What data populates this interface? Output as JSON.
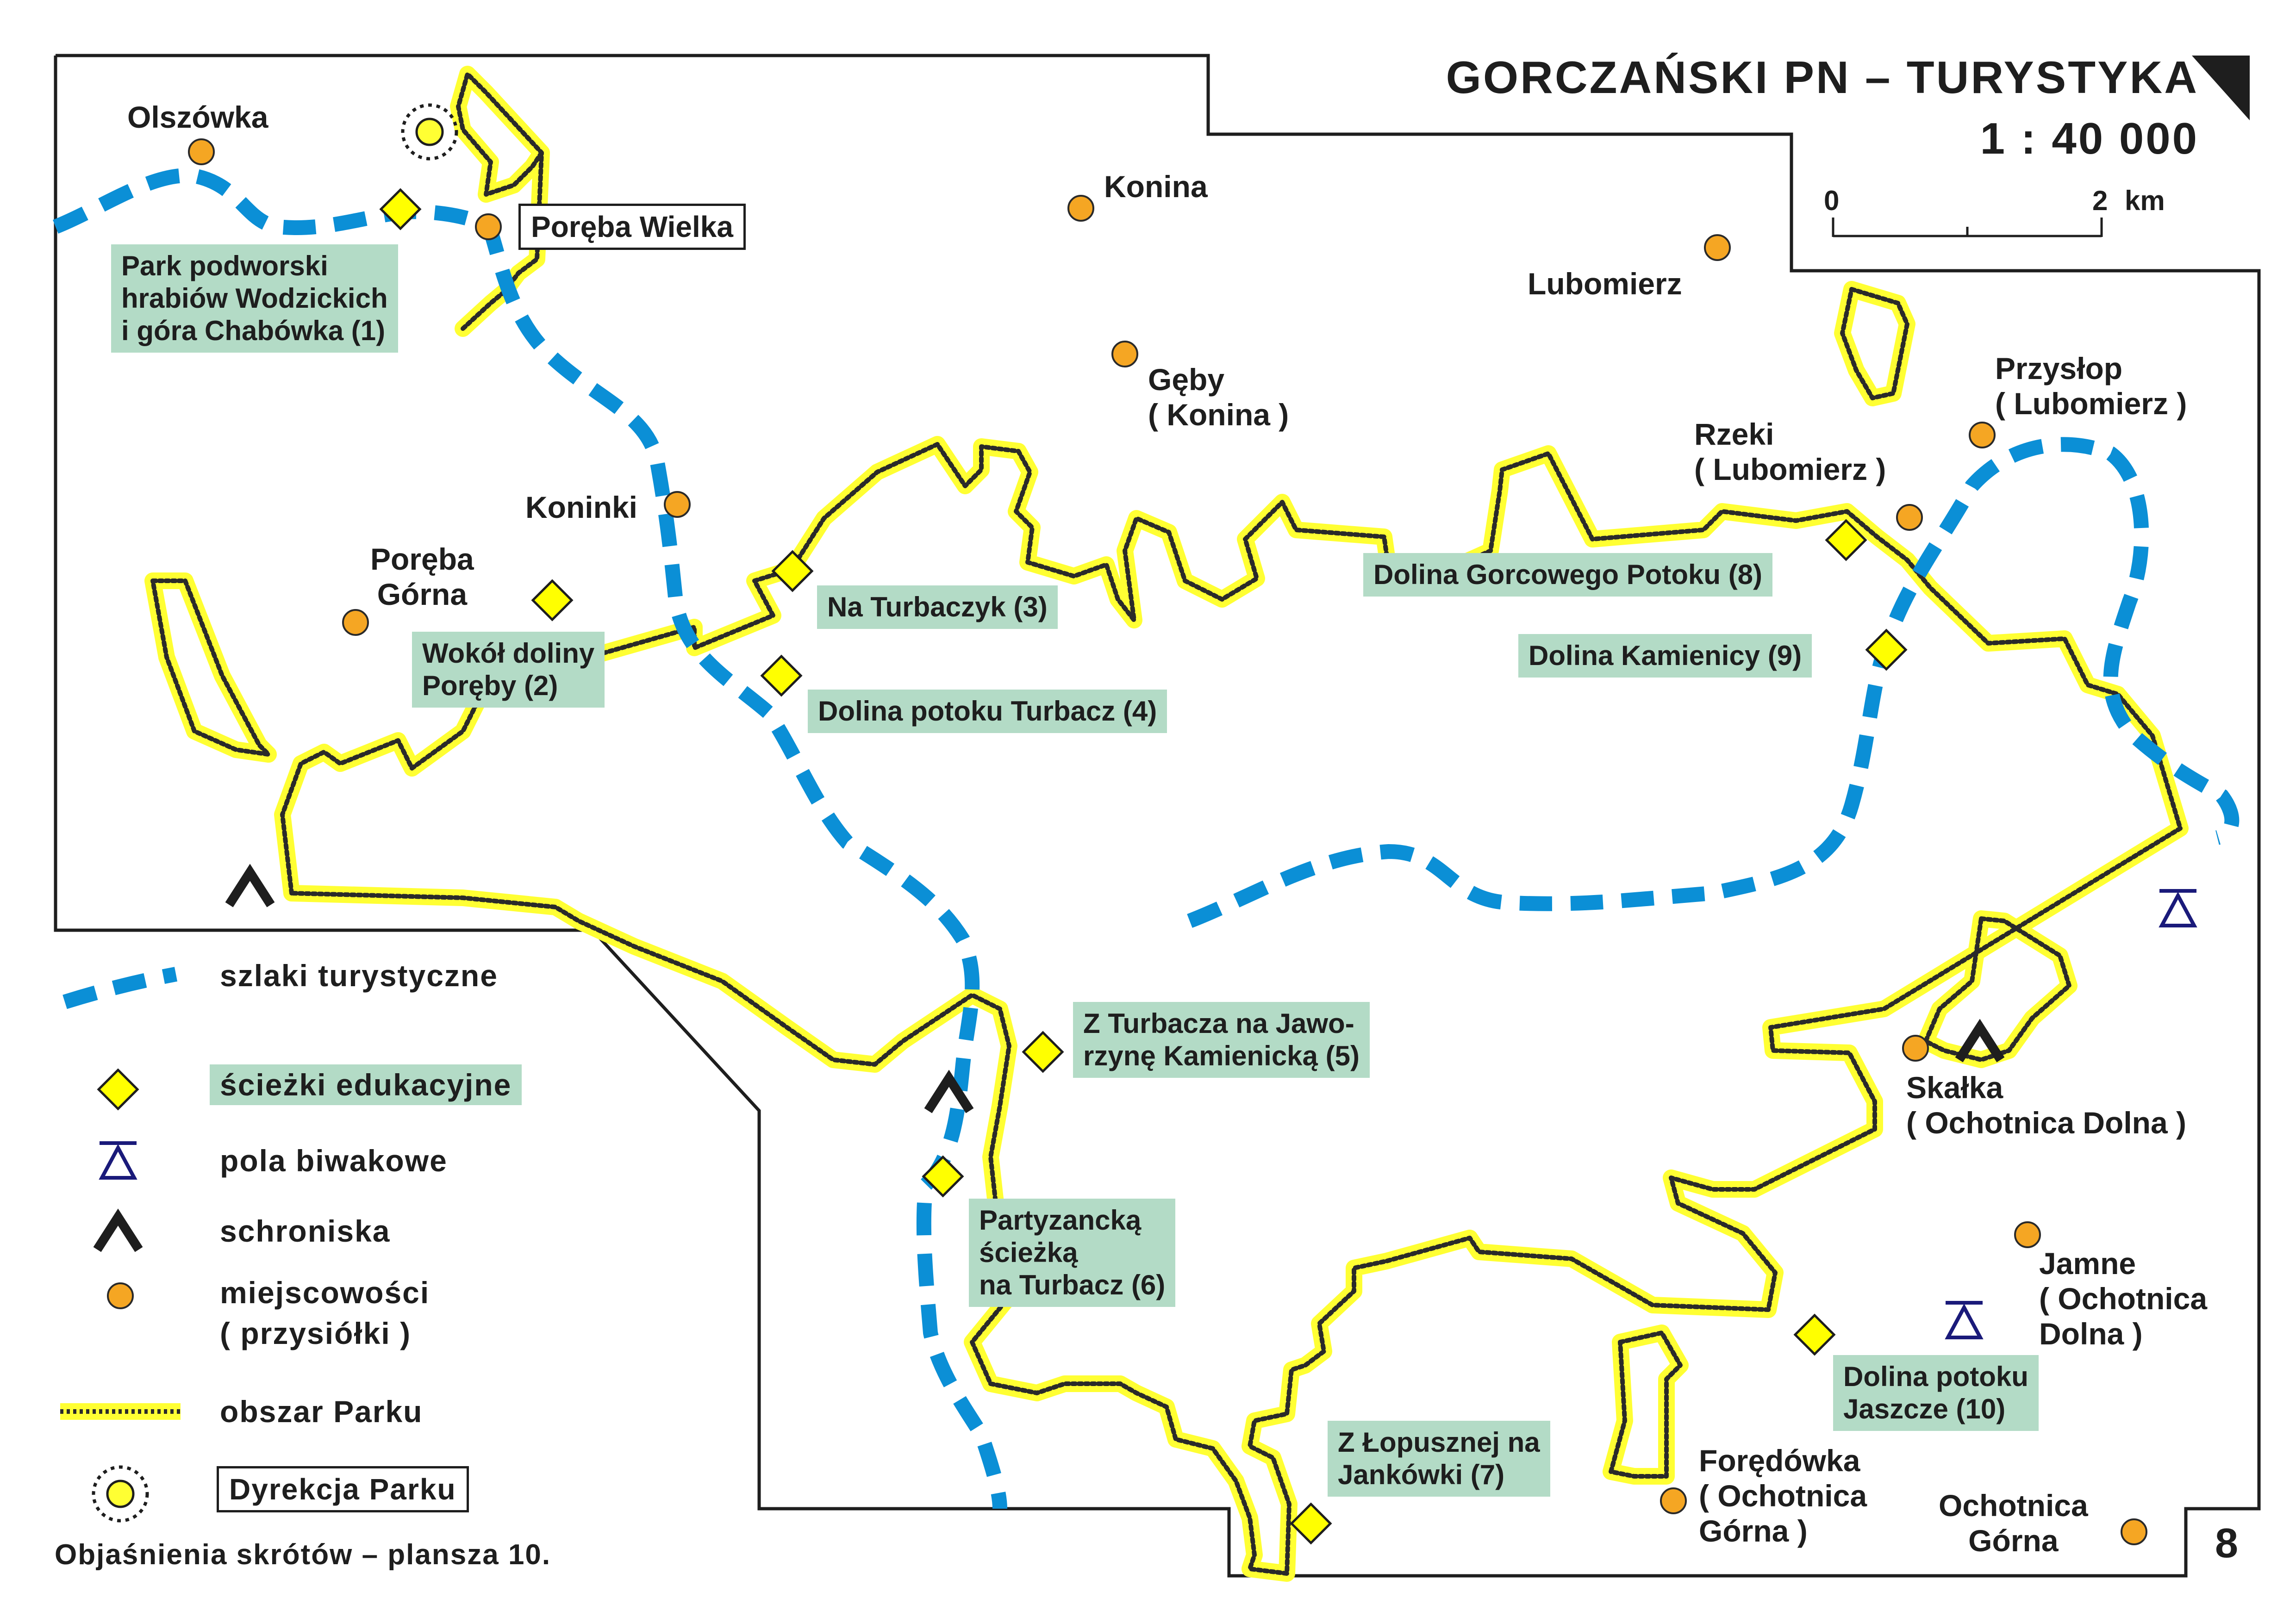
{
  "map_header": {
    "title": "GORCZAŃSKI PN – TURYSTYKA",
    "scale": "1 : 40 000",
    "scalebar": {
      "start": "0",
      "end": "2",
      "unit": "km"
    },
    "page_number": "8"
  },
  "places": [
    {
      "id": "olszowka",
      "label": "Olszówka"
    },
    {
      "id": "poreba_wielka",
      "label": "Poręba Wielka"
    },
    {
      "id": "konina",
      "label": "Konina"
    },
    {
      "id": "lubomierz",
      "label": "Lubomierz"
    },
    {
      "id": "geby",
      "line1": "Gęby",
      "line2": "( Konina )"
    },
    {
      "id": "przyslop",
      "line1": "Przysłop",
      "line2": "( Lubomierz )"
    },
    {
      "id": "rzeki",
      "line1": "Rzeki",
      "line2": "( Lubomierz )"
    },
    {
      "id": "koninki",
      "label": "Koninki"
    },
    {
      "id": "poreba_gorna",
      "line1": "Poręba",
      "line2": "Górna"
    },
    {
      "id": "skalka",
      "line1": "Skałka",
      "line2": "( Ochotnica Dolna )"
    },
    {
      "id": "jamne",
      "line1": "Jamne",
      "line2": "( Ochotnica",
      "line3": "Dolna )"
    },
    {
      "id": "foredowka",
      "line1": "Forędówka",
      "line2": "( Ochotnica",
      "line3": "Górna )"
    },
    {
      "id": "ochotnica_gorna",
      "line1": "Ochotnica",
      "line2": "Górna"
    }
  ],
  "educational_paths": [
    {
      "n": 1,
      "line1": "Park podworski",
      "line2": "hrabiów Wodzickich",
      "line3": "i góra Chabówka (1)"
    },
    {
      "n": 2,
      "line1": "Wokół doliny",
      "line2": "Poręby (2)"
    },
    {
      "n": 3,
      "label": "Na Turbaczyk (3)"
    },
    {
      "n": 4,
      "label": "Dolina potoku Turbacz (4)"
    },
    {
      "n": 5,
      "line1": "Z Turbacza na Jawo-",
      "line2": "rzynę Kamienicką (5)"
    },
    {
      "n": 6,
      "line1": "Partyzancką",
      "line2": "ścieżką",
      "line3": "na Turbacz (6)"
    },
    {
      "n": 7,
      "line1": "Z Łopusznej na",
      "line2": "Jankówki (7)"
    },
    {
      "n": 8,
      "label": "Dolina Gorcowego Potoku (8)"
    },
    {
      "n": 9,
      "label": "Dolina Kamienicy (9)"
    },
    {
      "n": 10,
      "line1": "Dolina potoku",
      "line2": "Jaszcze (10)"
    }
  ],
  "legend": {
    "trails": "szlaki turystyczne",
    "edu_paths": "ścieżki edukacyjne",
    "camping": "pola biwakowe",
    "shelters": "schroniska",
    "places_line1": "miejscowości",
    "places_line2": "( przysiółki )",
    "park_area": "obszar Parku",
    "directorate": "Dyrekcja Parku",
    "footnote": "Objaśnienia skrótów – plansza 10."
  },
  "colors": {
    "trail": "#0b8fd6",
    "park_border": "#ffff33",
    "park_border_dots": "#2a2a2a",
    "edu_box": "#b3dbc6",
    "place_dot": "#f5a623",
    "diamond": "#ffff00",
    "camping": "#1a1a7a",
    "frame": "#1e1e1e"
  },
  "icons": [
    "trail-line",
    "diamond-marker",
    "camping-triangle-icon",
    "shelter-icon",
    "place-dot",
    "park-border-line",
    "directorate-sun-icon",
    "corner-triangle"
  ]
}
